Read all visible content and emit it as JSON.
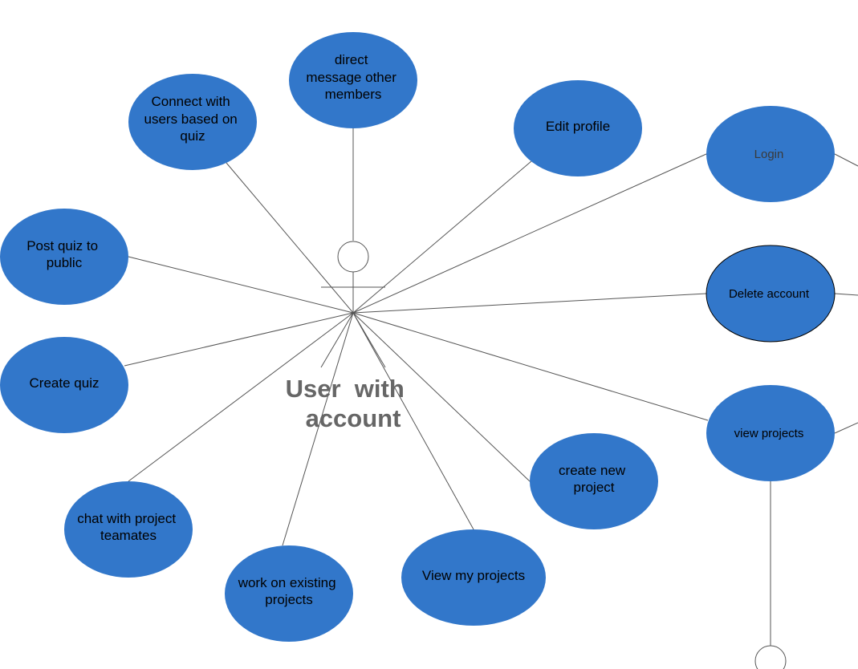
{
  "colors": {
    "ellipse_fill": "#3277ca",
    "line": "#555555",
    "actor_label": "#666666",
    "highlight_border": "#000000"
  },
  "actor": {
    "label_lines": [
      "User  with",
      "account"
    ],
    "icon": "stick-figure-actor-icon"
  },
  "use_cases": [
    {
      "id": "direct-message",
      "lines": [
        "direct",
        "message other",
        "members"
      ]
    },
    {
      "id": "connect-users",
      "lines": [
        "Connect with",
        "users based on",
        "quiz"
      ]
    },
    {
      "id": "edit-profile",
      "lines": [
        "Edit profile"
      ]
    },
    {
      "id": "login",
      "lines": [
        "Login"
      ]
    },
    {
      "id": "post-quiz",
      "lines": [
        "Post quiz to",
        "public"
      ]
    },
    {
      "id": "delete-account",
      "lines": [
        "Delete account"
      ],
      "highlighted": true
    },
    {
      "id": "create-quiz",
      "lines": [
        "Create quiz"
      ]
    },
    {
      "id": "view-projects",
      "lines": [
        "view projects"
      ]
    },
    {
      "id": "create-new-project",
      "lines": [
        "create new",
        "project"
      ]
    },
    {
      "id": "chat-with-teamates",
      "lines": [
        "chat with project",
        "teamates"
      ]
    },
    {
      "id": "view-my-projects",
      "lines": [
        "View my projects"
      ]
    },
    {
      "id": "work-on-existing",
      "lines": [
        "work on existing",
        "projects"
      ]
    }
  ]
}
